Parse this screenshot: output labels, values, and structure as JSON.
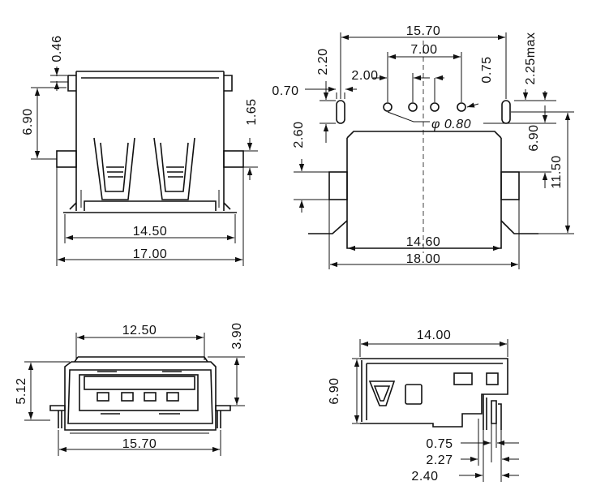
{
  "front_view": {
    "labels": {
      "d_046": "0.46",
      "d_690": "6.90",
      "d_165": "1.65",
      "d_1450": "14.50",
      "d_1700": "17.00"
    }
  },
  "pcb_layout": {
    "labels": {
      "d_1570": "15.70",
      "d_700": "7.00",
      "d_200": "2.00",
      "d_075": "0.75",
      "d_225max": "2.25max",
      "d_220": "2.20",
      "d_070": "0.70",
      "d_phi080": "φ 0.80",
      "d_260": "2.60",
      "d_690": "6.90",
      "d_1150": "11.50",
      "d_1460": "14.60",
      "d_1800": "18.00"
    }
  },
  "end_view": {
    "labels": {
      "d_1250": "12.50",
      "d_390": "3.90",
      "d_512": "5.12",
      "d_1570": "15.70"
    }
  },
  "side_view": {
    "labels": {
      "d_1400": "14.00",
      "d_690": "6.90",
      "d_075": "0.75",
      "d_227": "2.27",
      "d_240": "2.40"
    }
  }
}
